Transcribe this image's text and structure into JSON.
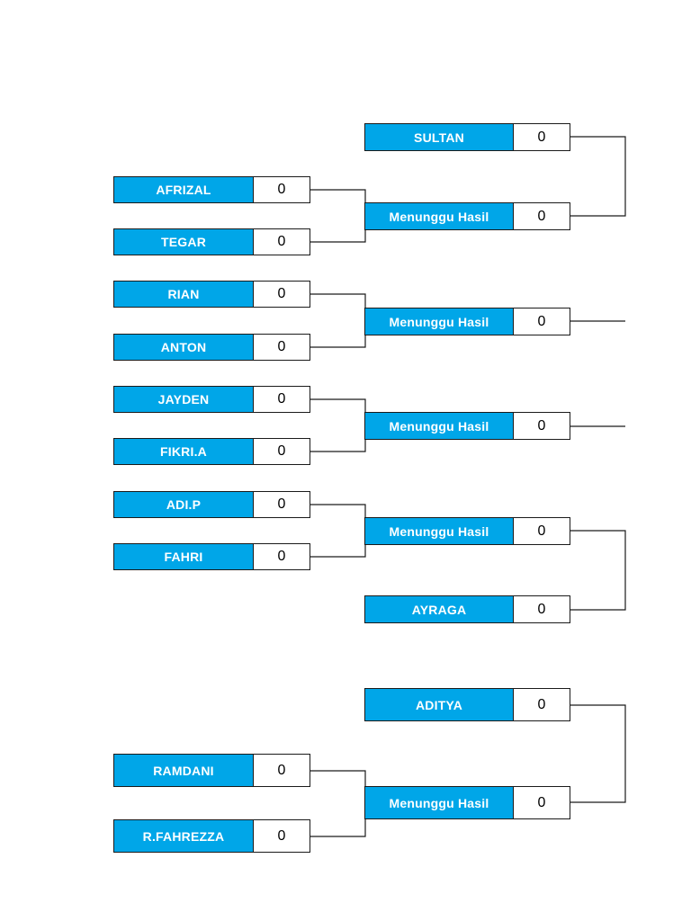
{
  "pending_label": "Menunggu Hasil",
  "colors": {
    "name_fill": "#00a6e8",
    "name_text": "#ffffff",
    "border": "#1a1a1a"
  },
  "round1": [
    {
      "name": "AFRIZAL",
      "score": "0"
    },
    {
      "name": "TEGAR",
      "score": "0"
    },
    {
      "name": "RIAN",
      "score": "0"
    },
    {
      "name": "ANTON",
      "score": "0"
    },
    {
      "name": "JAYDEN",
      "score": "0"
    },
    {
      "name": "FIKRI.A",
      "score": "0"
    },
    {
      "name": "ADI.P",
      "score": "0"
    },
    {
      "name": "FAHRI",
      "score": "0"
    },
    {
      "name": "RAMDANI",
      "score": "0"
    },
    {
      "name": "R.FAHREZZA",
      "score": "0"
    }
  ],
  "round2": [
    {
      "name": "SULTAN",
      "score": "0"
    },
    {
      "name": "Menunggu Hasil",
      "score": "0"
    },
    {
      "name": "Menunggu Hasil",
      "score": "0"
    },
    {
      "name": "Menunggu Hasil",
      "score": "0"
    },
    {
      "name": "Menunggu Hasil",
      "score": "0"
    },
    {
      "name": "AYRAGA",
      "score": "0"
    },
    {
      "name": "ADITYA",
      "score": "0"
    },
    {
      "name": "Menunggu Hasil",
      "score": "0"
    }
  ]
}
